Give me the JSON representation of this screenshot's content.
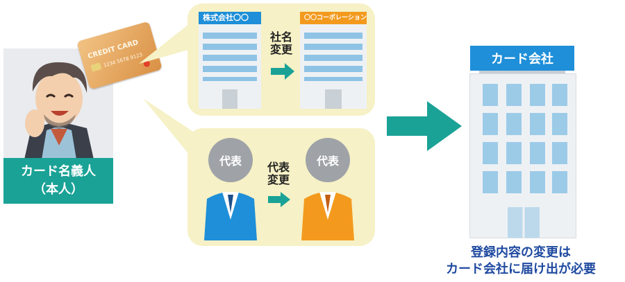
{
  "card_holder": {
    "line1": "カード名義人",
    "line2": "（本人）"
  },
  "credit_card": {
    "text": "CREDIT CARD",
    "number": "1234  5678  9123"
  },
  "company_change": {
    "before_name": "株式会社〇〇",
    "after_name": "〇〇コーポレーション",
    "change_label_line1": "社名",
    "change_label_line2": "変更"
  },
  "rep_change": {
    "before_label": "代表",
    "after_label": "代表",
    "change_label_line1": "代表",
    "change_label_line2": "変更"
  },
  "card_company": {
    "name": "カード会社"
  },
  "caption": {
    "line1": "登録内容の変更は",
    "line2": "カード会社に届け出が必要"
  },
  "colors": {
    "teal": "#1aa296",
    "blue_header": "#1e8fd8",
    "orange_header": "#f39a1e",
    "bubble": "#f6f1c6",
    "caption_text": "#1f4aa0"
  }
}
